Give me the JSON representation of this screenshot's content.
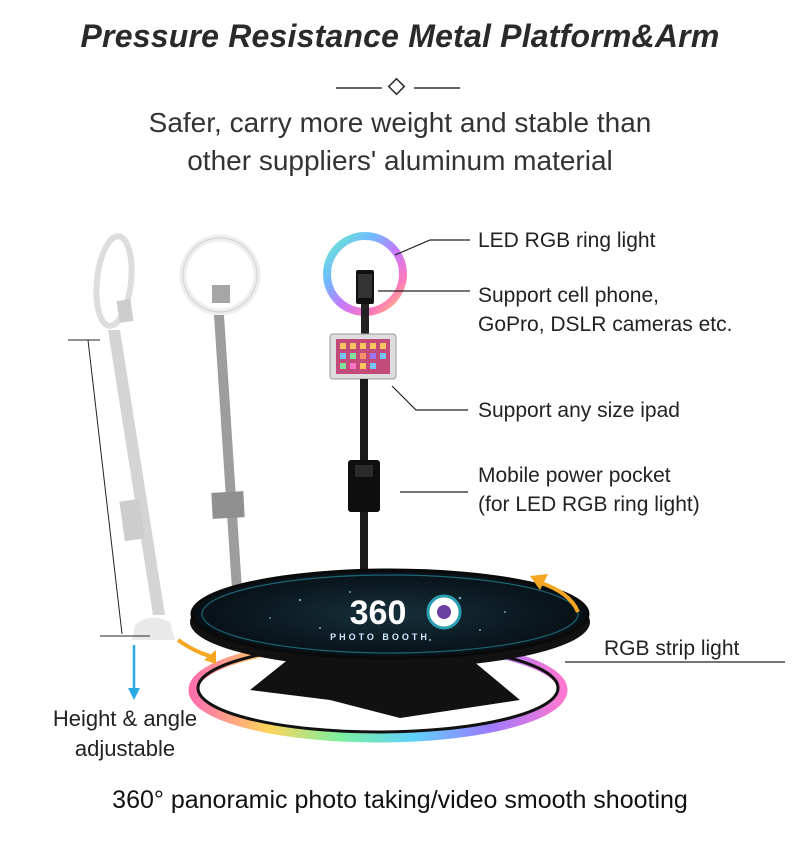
{
  "title": "Pressure Resistance Metal Platform&Arm",
  "subtitle_line1": "Safer, carry more weight and stable than",
  "subtitle_line2": "other suppliers' aluminum material",
  "callouts": {
    "ring_light": "LED RGB ring light",
    "phone_line1": "Support cell phone,",
    "phone_line2": "GoPro, DSLR cameras etc.",
    "ipad": "Support any size ipad",
    "power_line1": "Mobile power pocket",
    "power_line2": "(for LED RGB ring light)",
    "strip_light": "RGB strip light",
    "adjust_line1": "Height & angle",
    "adjust_line2": "adjustable"
  },
  "platform_logo": {
    "number": "360",
    "sub": "PHOTO BOOTH"
  },
  "footer": "360° panoramic photo taking/video smooth shooting",
  "colors": {
    "accent_arrow": "#f5a623",
    "down_arrow": "#2aa8e0",
    "platform": "#0d1a22"
  }
}
